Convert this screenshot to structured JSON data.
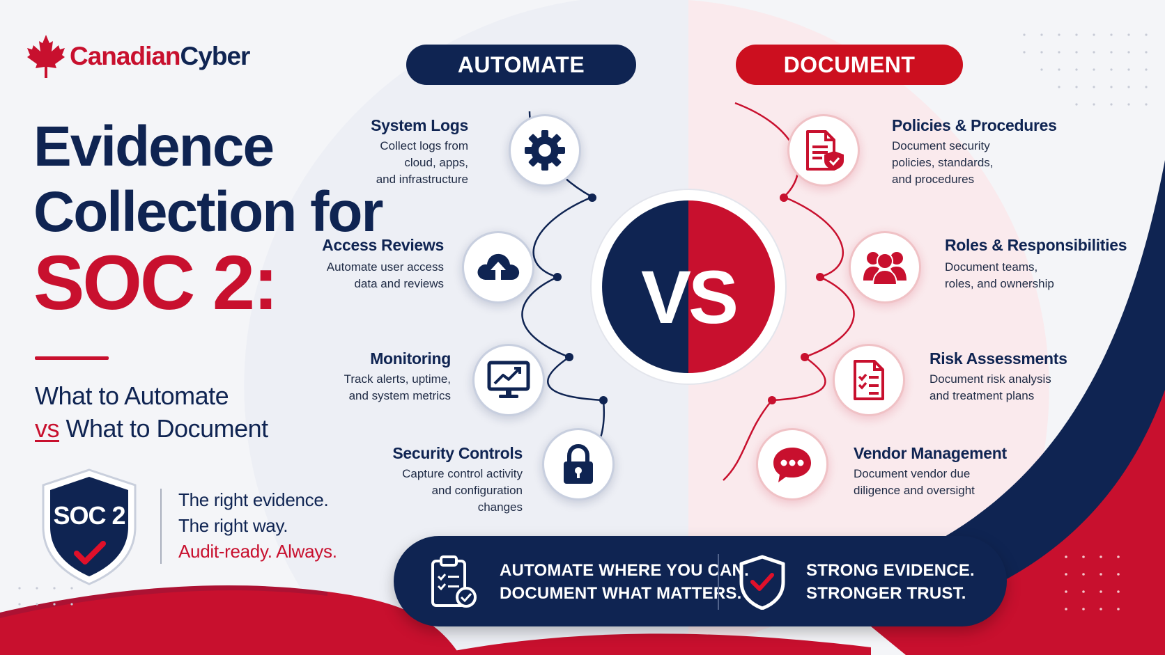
{
  "brand": {
    "name_part1": "Canadian",
    "name_part2": "Cyber"
  },
  "title": {
    "line1": "Evidence",
    "line2": "Collection for",
    "line3": "SOC 2:",
    "subtitle_line1": "What to Automate",
    "subtitle_vs": "vs",
    "subtitle_line2_rest": " What to Document"
  },
  "badge": {
    "text": "SOC 2"
  },
  "tagline": {
    "line1": "The right evidence.",
    "line2": "The right way.",
    "line3": "Audit-ready. Always."
  },
  "automate": {
    "label": "AUTOMATE",
    "items": [
      {
        "title": "System Logs",
        "desc": "Collect logs from\ncloud, apps,\nand infrastructure",
        "icon": "gear-icon"
      },
      {
        "title": "Access Reviews",
        "desc": "Automate user access\ndata and reviews",
        "icon": "cloud-upload-icon"
      },
      {
        "title": "Monitoring",
        "desc": "Track alerts, uptime,\nand system metrics",
        "icon": "monitor-chart-icon"
      },
      {
        "title": "Security Controls",
        "desc": "Capture control activity\nand configuration\nchanges",
        "icon": "lock-icon"
      }
    ]
  },
  "document": {
    "label": "DOCUMENT",
    "items": [
      {
        "title": "Policies & Procedures",
        "desc": "Document security\npolicies, standards,\nand procedures",
        "icon": "policy-document-icon"
      },
      {
        "title": "Roles & Responsibilities",
        "desc": "Document teams,\nroles, and ownership",
        "icon": "people-icon"
      },
      {
        "title": "Risk Assessments",
        "desc": "Document risk analysis\nand treatment plans",
        "icon": "checklist-icon"
      },
      {
        "title": "Vendor Management",
        "desc": "Document vendor due\ndiligence and oversight",
        "icon": "chat-bubble-icon"
      }
    ]
  },
  "vs": "VS",
  "banner": {
    "left_line1": "AUTOMATE WHERE YOU CAN.",
    "left_line2": "DOCUMENT WHAT MATTERS.",
    "right_line1": "STRONG EVIDENCE.",
    "right_line2": "STRONGER TRUST."
  },
  "colors": {
    "navy": "#0f2452",
    "red": "#c8102e",
    "bright_red": "#cc0f1f"
  }
}
